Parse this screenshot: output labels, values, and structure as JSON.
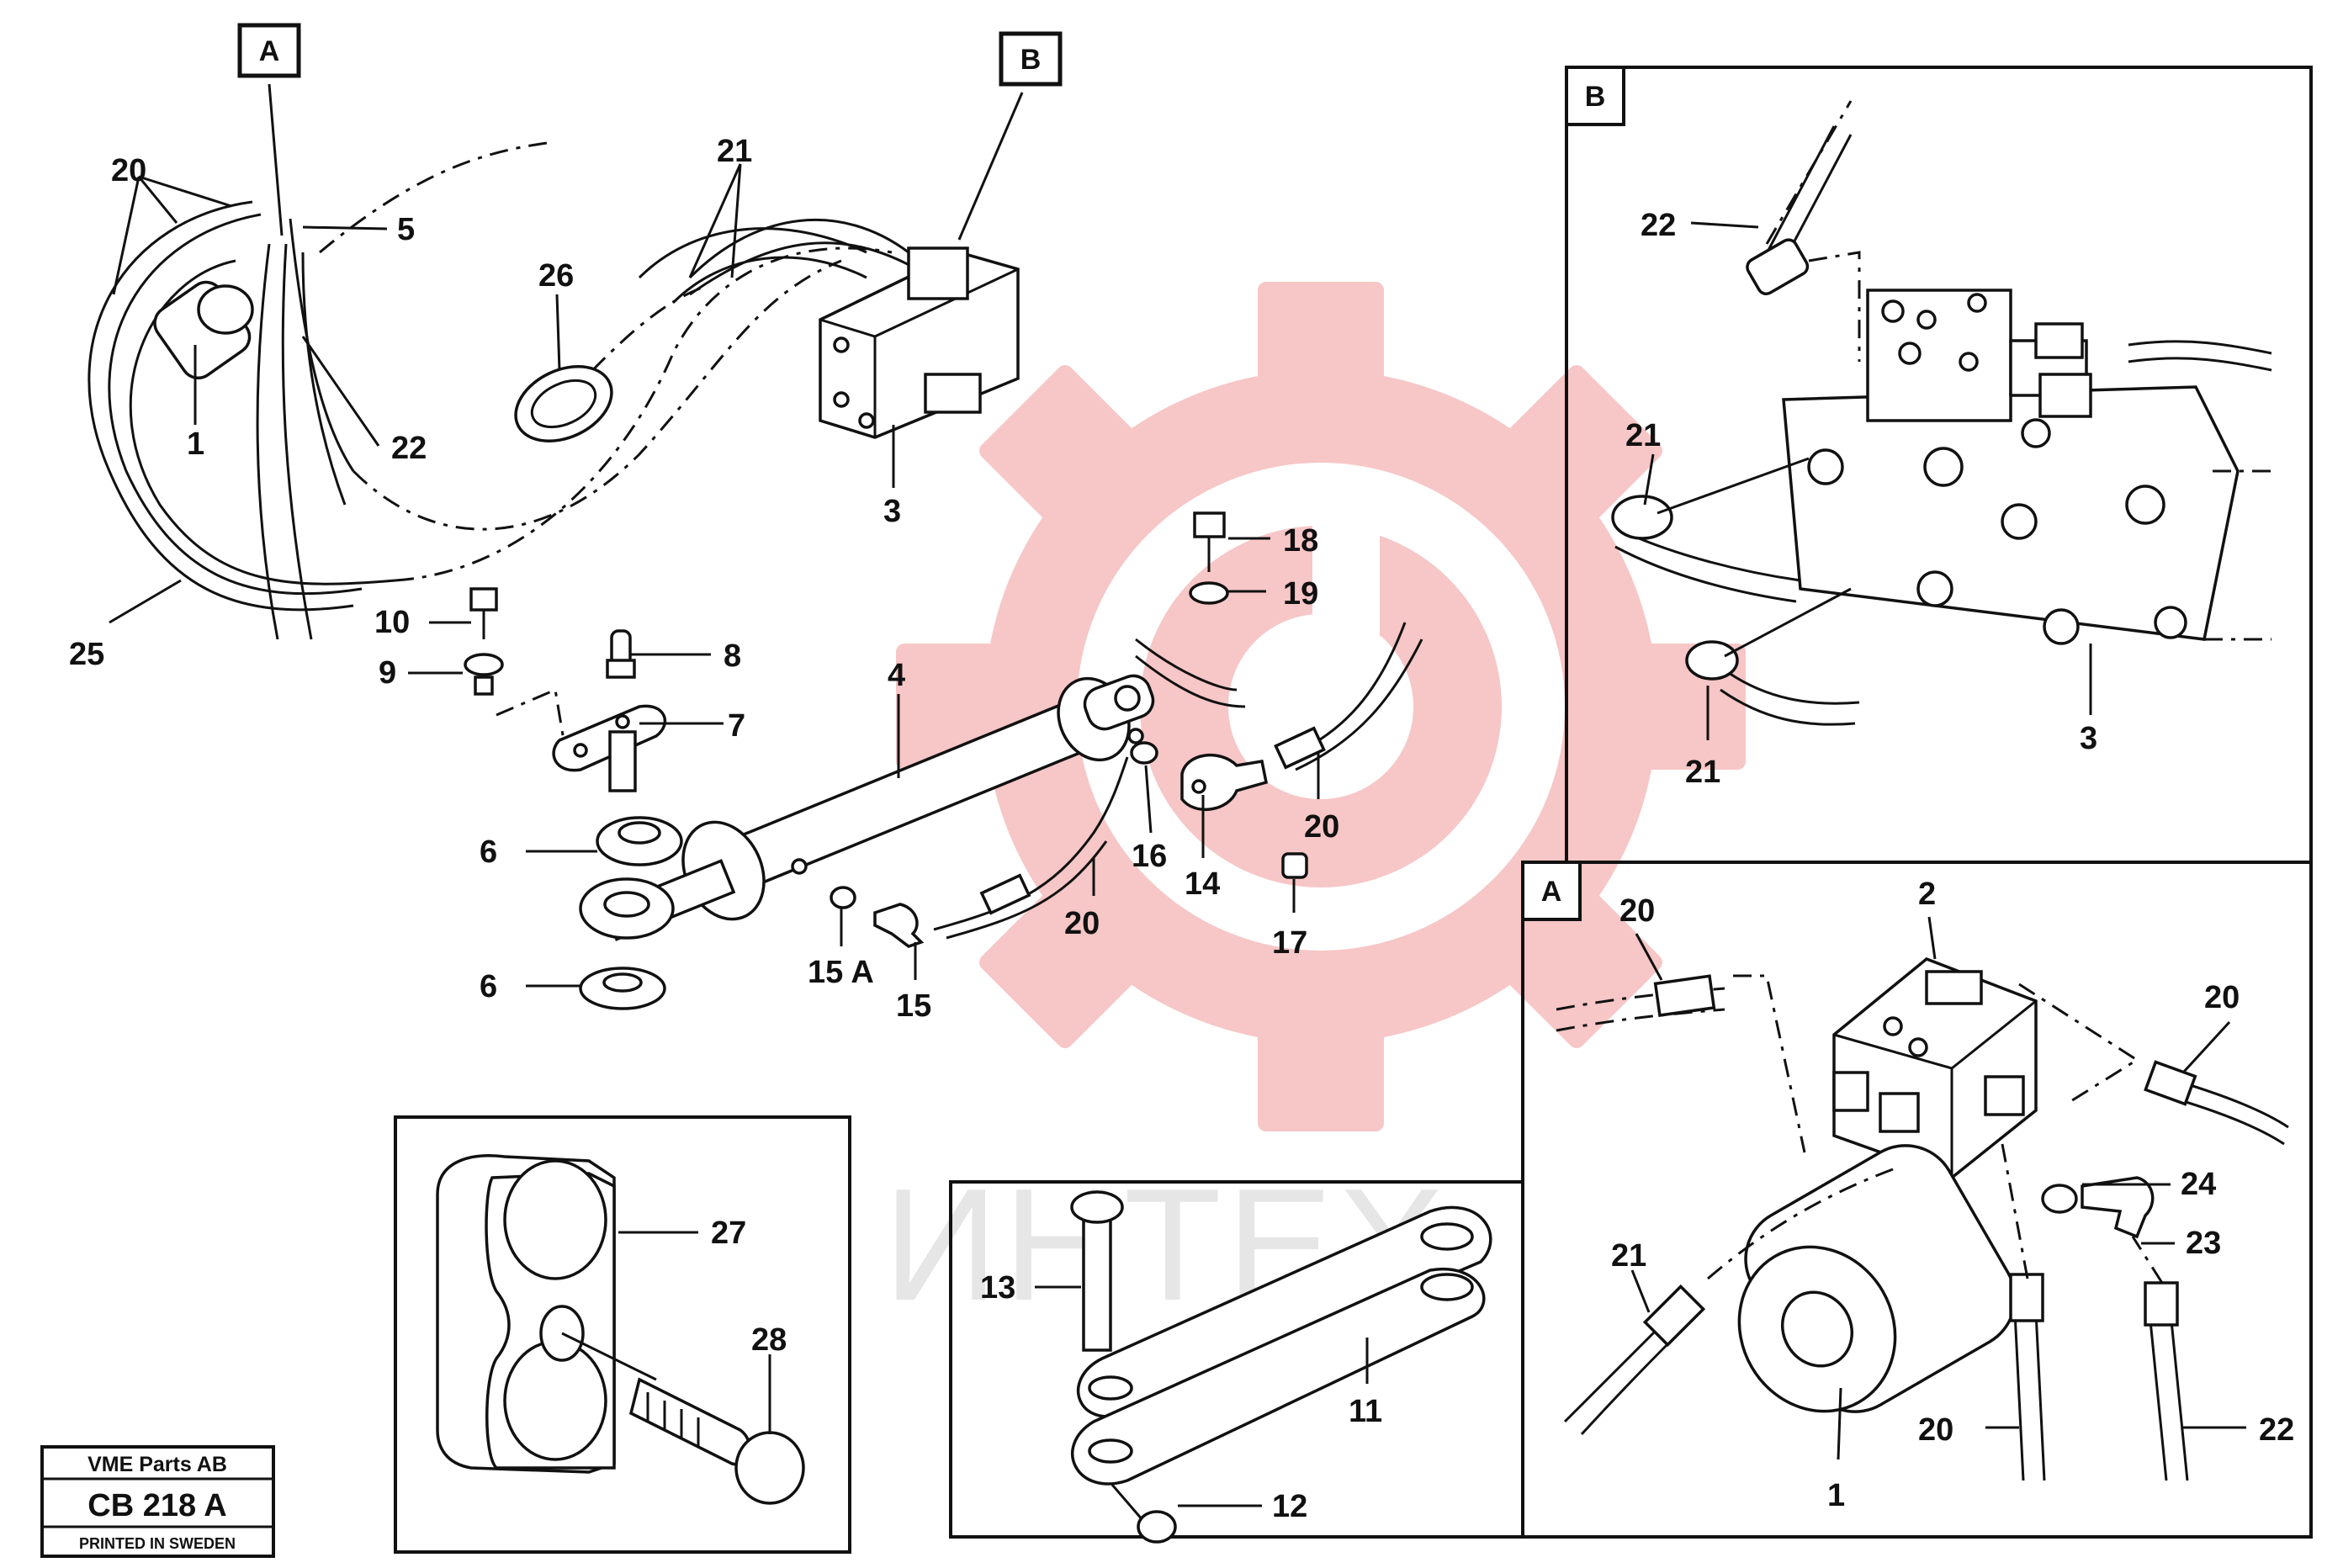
{
  "watermark": {
    "text": "ИНТЕХ",
    "color": "#f7c6c6"
  },
  "detail_tags": {
    "top_a": "A",
    "top_b": "B",
    "inset_b": "B",
    "inset_a": "A"
  },
  "main_labels": {
    "n20": "20",
    "n5": "5",
    "n21": "21",
    "n26": "26",
    "n1": "1",
    "n22": "22",
    "n3": "3",
    "n25": "25",
    "n10": "10",
    "n9": "9",
    "n8": "8",
    "n7": "7",
    "n4": "4",
    "n18": "18",
    "n19": "19",
    "n6a": "6",
    "n6b": "6",
    "n16": "16",
    "n14": "14",
    "n20b": "20",
    "n20c": "20",
    "n17": "17",
    "n15a": "15 A",
    "n15": "15"
  },
  "inset_b_labels": {
    "n22": "22",
    "n21a": "21",
    "n21b": "21",
    "n3": "3"
  },
  "inset_a_labels": {
    "n2": "2",
    "n20a": "20",
    "n20b": "20",
    "n24": "24",
    "n23": "23",
    "n21": "21",
    "n20c": "20",
    "n22": "22",
    "n1": "1"
  },
  "inset_clamp_labels": {
    "n27": "27",
    "n28": "28"
  },
  "inset_arm_labels": {
    "n13": "13",
    "n11": "11",
    "n12": "12"
  },
  "stamp": {
    "company": "VME Parts AB",
    "code": "CB 218 A",
    "printed": "PRINTED IN SWEDEN"
  }
}
